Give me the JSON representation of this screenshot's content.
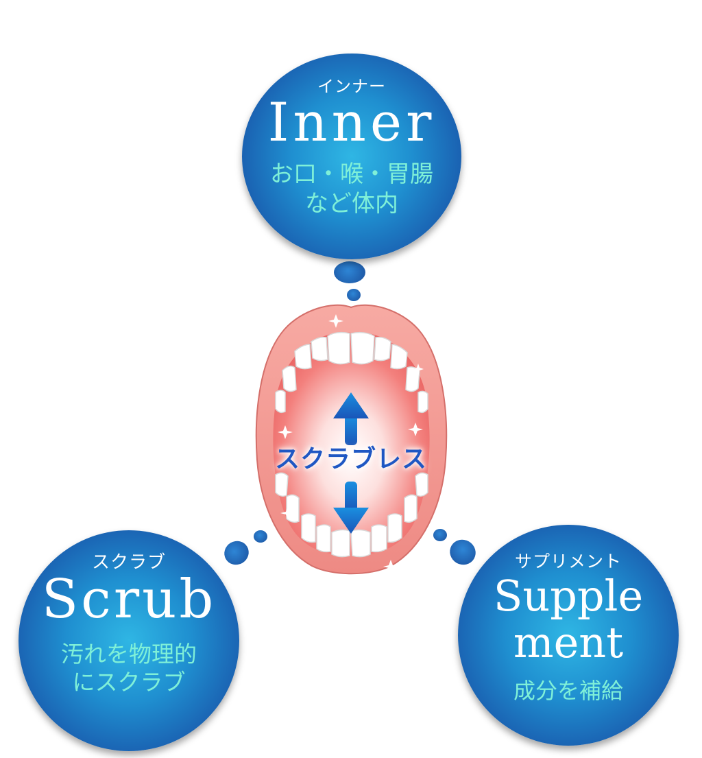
{
  "inner": {
    "kana": "インナー",
    "english": "Inner",
    "description_lines": [
      "お口・喉・胃腸",
      "など体内"
    ]
  },
  "scrub": {
    "kana": "スクラブ",
    "english": "Scrub",
    "description_lines": [
      "汚れを物理的",
      "にスクラブ"
    ]
  },
  "supplement": {
    "kana": "サプリメント",
    "english_lines": [
      "Supple",
      "ment"
    ],
    "description": "成分を補給"
  },
  "center_label": "スクラブレス",
  "colors": {
    "bubble": "#1f8fd0",
    "description_text": "#7ff0d8",
    "center_label": "#1f57c3",
    "arrow": "#1c6fd0",
    "lips": "#f39a93",
    "mouth_inside": "#f06f70"
  }
}
